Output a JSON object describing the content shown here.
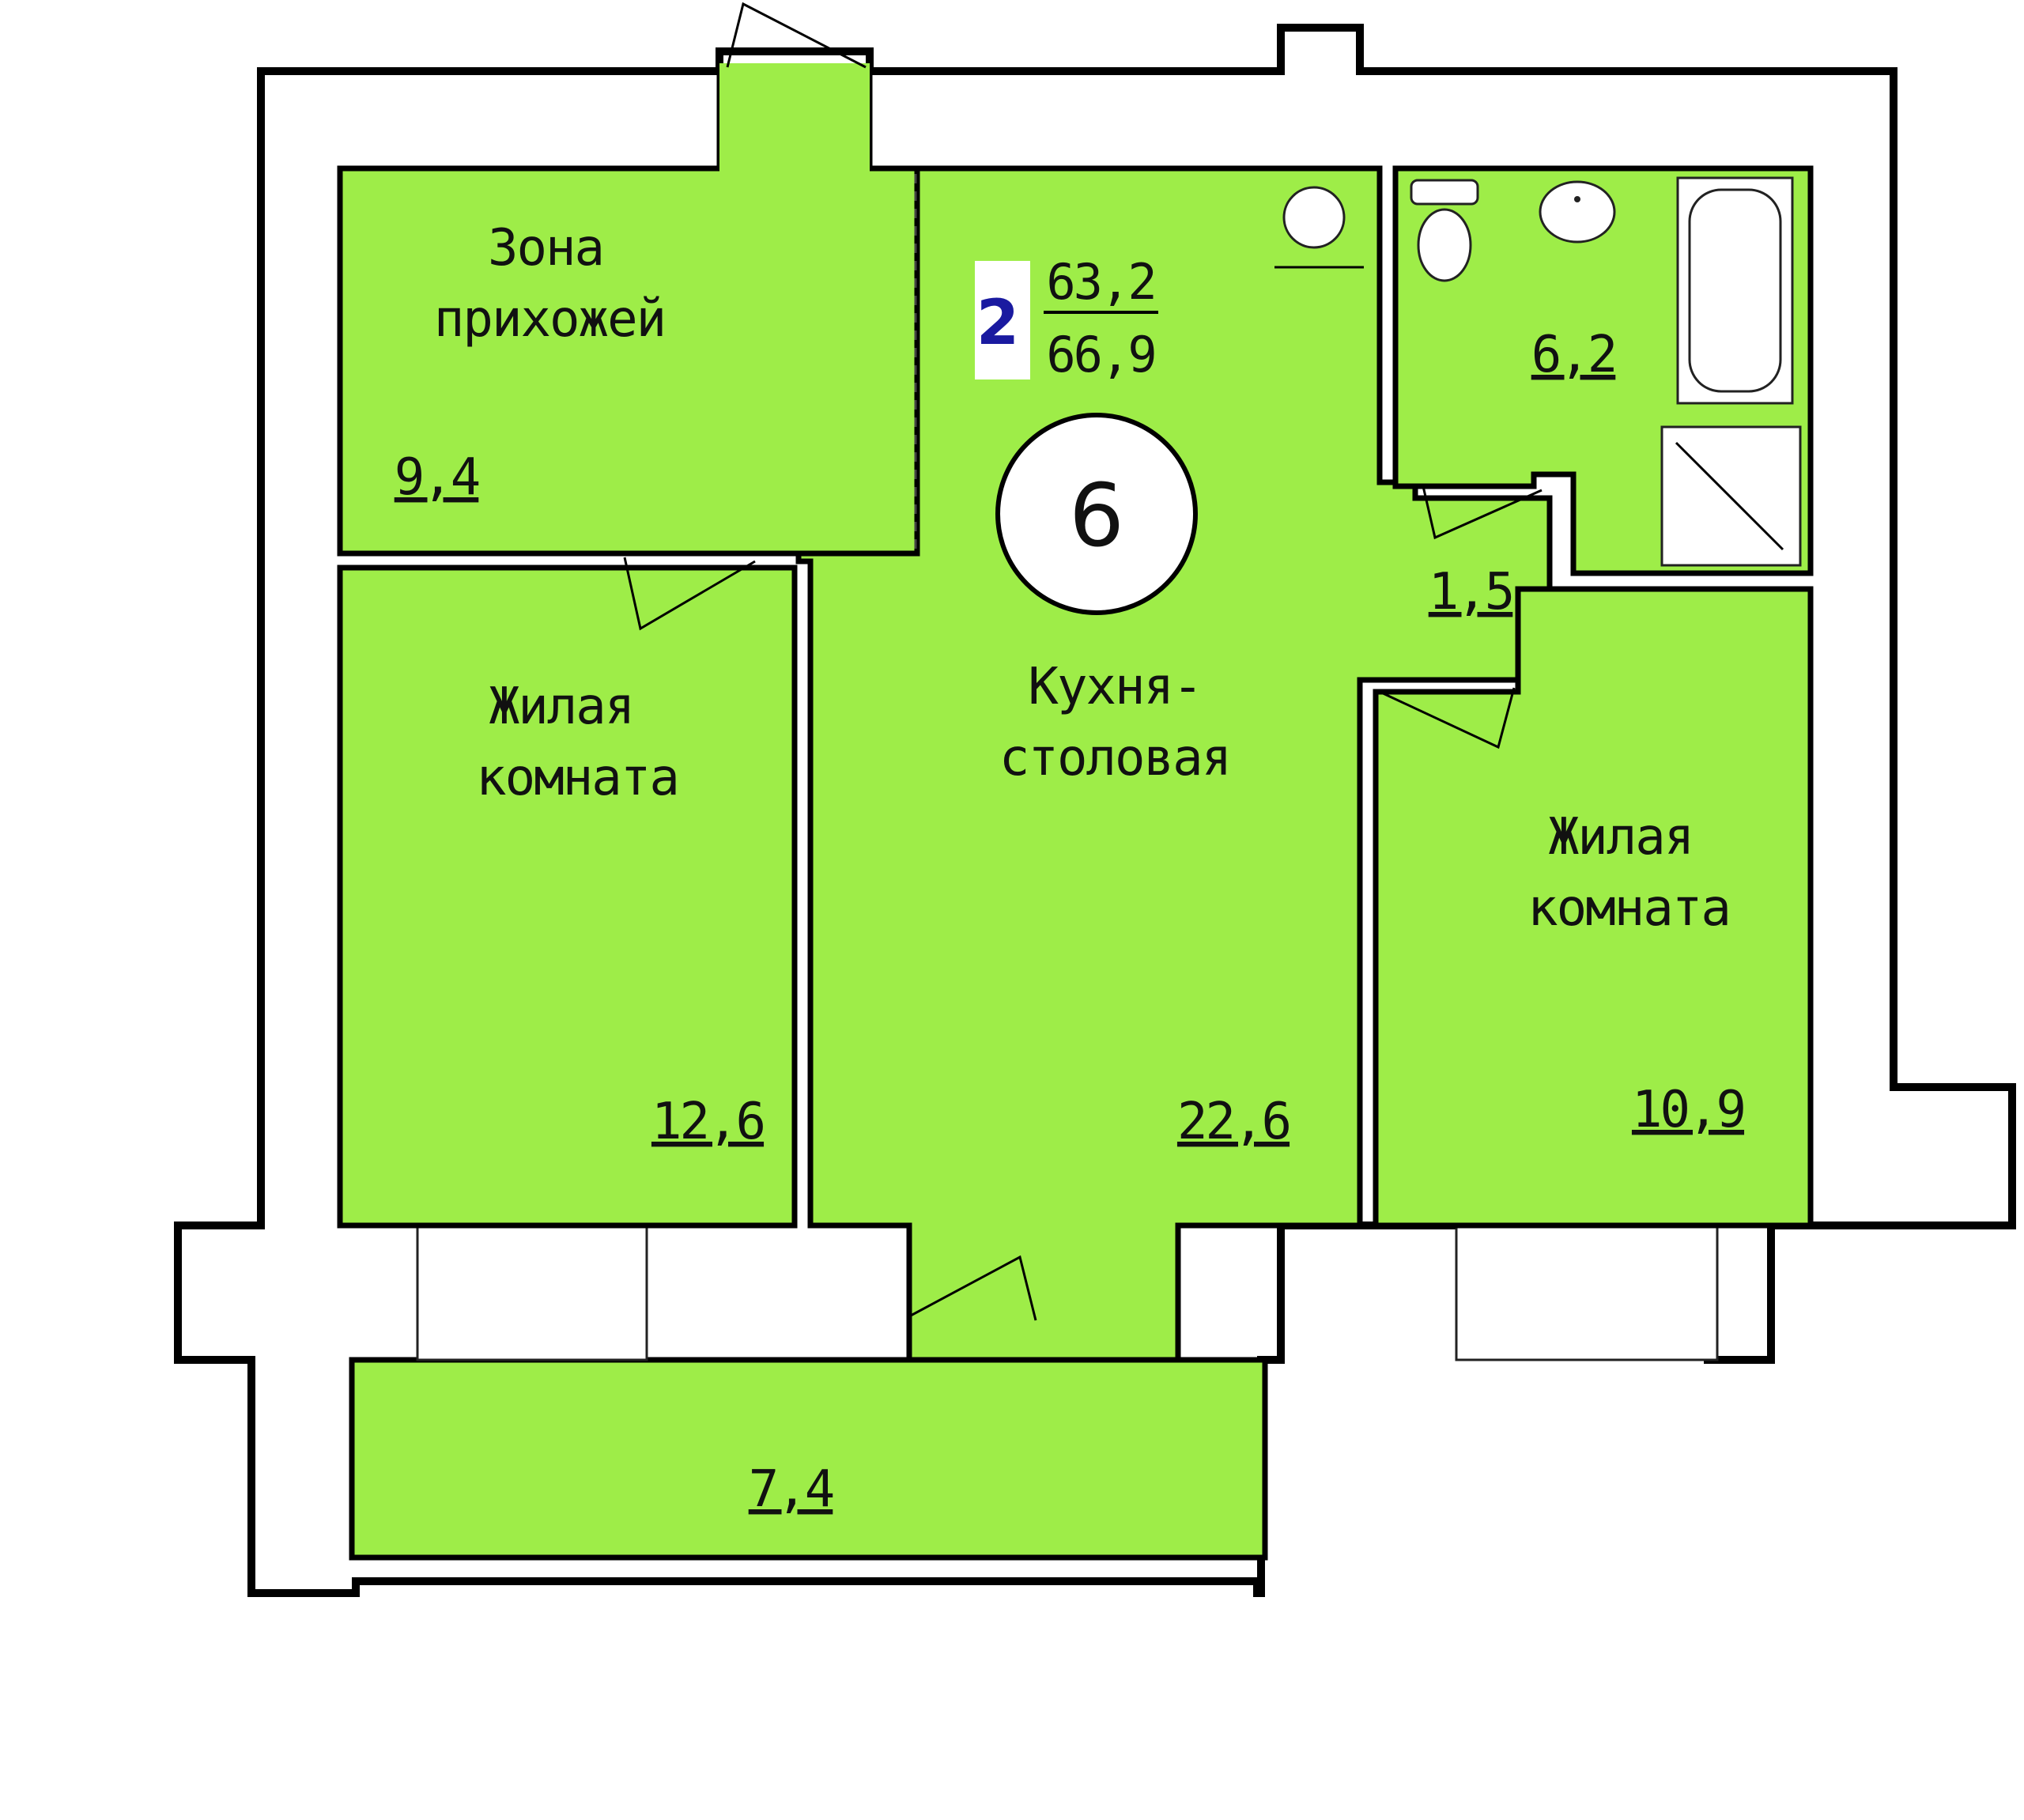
{
  "apartment": {
    "rooms_count": "2",
    "living_area": "63,2",
    "total_area": "66,9",
    "number": "6"
  },
  "rooms": {
    "entry": {
      "name_line1": "Зона",
      "name_line2": "прихожей",
      "area": "9,4"
    },
    "living_left": {
      "name_line1": "Жилая",
      "name_line2": "комната",
      "area": "12,6"
    },
    "kitchen": {
      "name_line1": "Кухня-",
      "name_line2": "столовая",
      "area": "22,6"
    },
    "bathroom": {
      "area": "6,2"
    },
    "corridor": {
      "area": "1,5"
    },
    "living_right": {
      "name_line1": "Жилая",
      "name_line2": "комната",
      "area": "10,9"
    },
    "balcony": {
      "area": "7,4"
    }
  },
  "colors": {
    "room_fill": "#9eed48",
    "rooms_count": "#1a1aa0"
  }
}
